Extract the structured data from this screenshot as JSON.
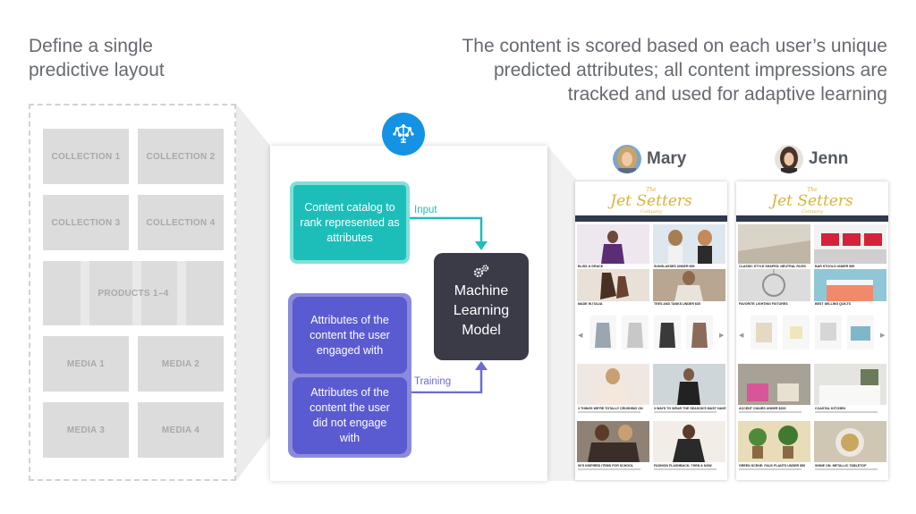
{
  "header": {
    "left_line1": "Define a single",
    "left_line2": "predictive layout",
    "right_line1": "The content is scored based on each user’s unique",
    "right_line2": "predicted attributes; all content impressions are",
    "right_line3": "tracked and used for adaptive learning"
  },
  "layout": {
    "collection1": "COLLECTION 1",
    "collection2": "COLLECTION 2",
    "collection3": "COLLECTION 3",
    "collection4": "COLLECTION 4",
    "products": "PRODUCTS 1–4",
    "media1": "MEDIA 1",
    "media2": "MEDIA 2",
    "media3": "MEDIA 3",
    "media4": "MEDIA 4"
  },
  "diagram": {
    "input_box": "Content catalog to rank represented as attributes",
    "engaged_box": "Attributes of the content the user engaged with",
    "not_engaged_box": "Attributes of the content the user did not engage with",
    "model_line1": "Machine",
    "model_line2": "Learning",
    "model_line3": "Model",
    "input_label": "Input",
    "training_label": "Training",
    "brain_icon": "brain-network-icon",
    "gear_icon": "gears-icon"
  },
  "users": {
    "mary": "Mary",
    "jenn": "Jenn"
  },
  "site": {
    "logo_top": "The",
    "logo_main": "Jet Setters",
    "logo_bottom": "Company"
  },
  "mary_captions": {
    "c1": "BLISS & GRACE",
    "c2": "SUNGLASSES UNDER $99",
    "c3": "MADE IN ITALIA",
    "c4": "TEES AND TANKS UNDER $35",
    "m1": "3 THINGS WE'RE TOTALLY CRUSHING ON",
    "m2": "3 WAYS TO WEAR THE SEASON'S MUST HAVE",
    "m3": "90'S INSPIRED ITEMS FOR SCHOOL",
    "m4": "FASHION FLASHBACK: THEN & NOW"
  },
  "jenn_captions": {
    "c1": "CLASSIC STYLE SHAPES: NEUTRAL RUGS",
    "c2": "BAR STOOLS UNDER $99",
    "c3": "FAVORITE LIGHTING FIXTURES",
    "c4": "BEST SELLING QUILTS",
    "m1": "ACCENT CHAIRS UNDER $200",
    "m2": "COASTAL KITCHEN",
    "m3": "GREEN SCENE: FAUX PLANTS UNDER $50",
    "m4": "SHINE ON: METALLIC TABLETOP"
  },
  "colors": {
    "teal": "#1dbeb9",
    "purple": "#5a5ad1",
    "model": "#3a3b47",
    "brain_blue": "#1493e5",
    "logo_gold": "#d9b43a",
    "nav": "#2f3b4c"
  }
}
